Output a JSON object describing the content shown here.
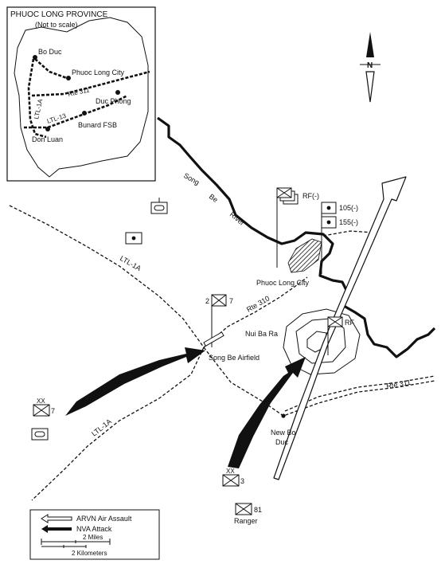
{
  "inset": {
    "title": "PHUOC LONG PROVINCE",
    "subtitle": "(Not to scale)",
    "places": {
      "bo_duc": "Bo Duc",
      "phuoc_long_city": "Phuoc Long City",
      "rte_311": "Rte 311",
      "duc_phong": "Duc Phong",
      "ltl_1a": "LTL-1A",
      "ltl_13": "LTL-13",
      "bunard_fsb": "Bunard FSB",
      "don_luan": "Don Luan"
    }
  },
  "compass": {
    "north": "N"
  },
  "labels": {
    "river": [
      "Song",
      "Be",
      "River"
    ],
    "phuoc_long_city": "Phuoc Long City",
    "ltl_1a_north": "LTL-1A",
    "ltl_1a_south": "LTL-1A",
    "rte_310": "Rte 310",
    "rte_311": "Rte 311",
    "nui_ba_ra": "Nui Ba Ra",
    "song_be_airfield": "Song Be Airfield",
    "new_bo_duc": [
      "New Bo",
      "Duc"
    ]
  },
  "units": {
    "rf_city": "RF(-)",
    "artillery_105": "105(-)",
    "artillery_155": "155(-)",
    "airfield_left": "2",
    "airfield_right": "7",
    "rf_mountain": "RF",
    "nva_7": "7",
    "nva_3": "3",
    "ranger_81": "81",
    "ranger": "Ranger",
    "division_xx": "XX"
  },
  "legend": {
    "arvn": "ARVN Air Assault",
    "nva": "NVA Attack",
    "miles": "2 Miles",
    "kilometers": "2 Kilometers"
  },
  "colors": {
    "ink": "#111111",
    "paper": "#ffffff"
  }
}
